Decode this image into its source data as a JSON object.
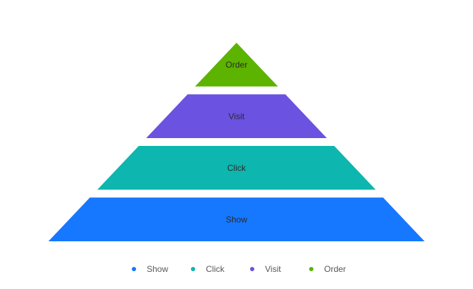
{
  "chart_data": {
    "type": "pyramid",
    "title": "",
    "stages": [
      {
        "name": "Show",
        "color": "#1677ff"
      },
      {
        "name": "Click",
        "color": "#0db6ae"
      },
      {
        "name": "Visit",
        "color": "#6b52e0"
      },
      {
        "name": "Order",
        "color": "#5cb300"
      }
    ],
    "legend": {
      "placement": "bottom",
      "items": [
        {
          "label": "Show",
          "color": "#1677ff"
        },
        {
          "label": "Click",
          "color": "#0db6ae"
        },
        {
          "label": "Visit",
          "color": "#6b52e0"
        },
        {
          "label": "Order",
          "color": "#5cb300"
        }
      ]
    }
  }
}
